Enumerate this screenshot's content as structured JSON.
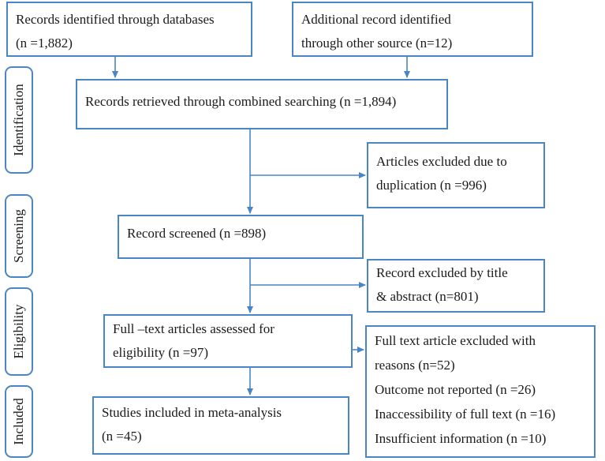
{
  "stages": {
    "identification": "Identification",
    "screening": "Screening",
    "eligibility": "Eligibility",
    "included": "Included"
  },
  "boxes": {
    "databases": [
      "Records identified through databases",
      "(n =1,882)"
    ],
    "other_source": [
      "Additional record identified",
      "through other source (n=12)"
    ],
    "combined": [
      "Records retrieved through combined searching (n =1,894)"
    ],
    "duplication": [
      "Articles excluded due to",
      "duplication (n =996)"
    ],
    "screened": [
      "Record screened (n =898)"
    ],
    "title_abstract": [
      "Record excluded by title",
      "& abstract (n=801)"
    ],
    "full_text": [
      "Full –text articles assessed for",
      "eligibility (n =97)"
    ],
    "excluded_reasons": [
      "Full text article excluded with",
      "reasons (n=52)",
      "Outcome not reported (n =26)",
      "Inaccessibility of full text (n =16)",
      "Insufficient information (n =10)"
    ],
    "included": [
      "Studies included in meta-analysis",
      "(n =45)"
    ]
  },
  "colors": {
    "border": "#4a86c5",
    "arrow": "#4a86c5",
    "text": "#1a1a1a"
  }
}
